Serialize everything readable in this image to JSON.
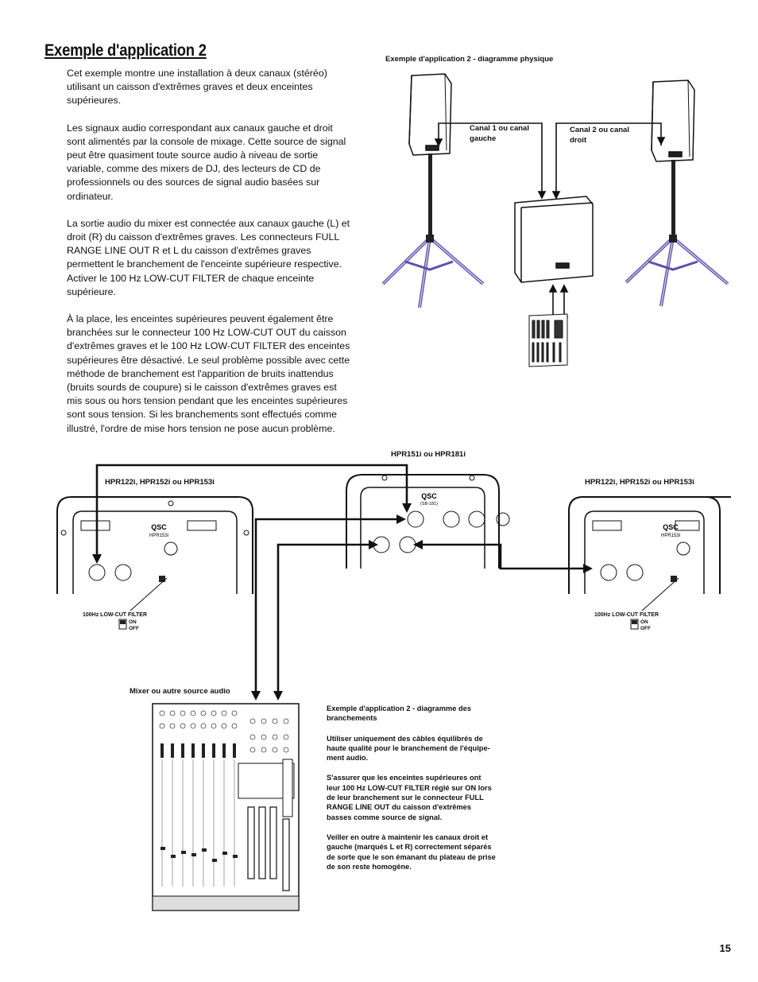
{
  "title": "Exemple d'application 2",
  "paragraphs": [
    "Cet exemple montre une installation à deux canaux (stéréo) utilisant un caisson d'extrêmes graves et deux enceintes supérieures.",
    "Les signaux audio correspondant aux canaux gauche et droit sont alimentés par la console de mixage. Cette source de signal peut être quasiment toute source audio à niveau de sortie variable, comme des mixers de DJ, des lecteurs de CD de professionnels ou des sources de signal audio basées sur ordinateur.",
    "La sortie audio du mixer est connectée aux canaux gauche (L) et droit (R) du caisson d'extrêmes graves. Les connecteurs FULL RANGE LINE OUT R et L du caisson d'extrêmes graves permettent le branchement de l'enceinte supérieure respective. Activer le 100 Hz LOW-CUT FILTER de chaque enceinte supérieure.",
    "À la place, les enceintes supérieures peuvent également être branchées sur le connecteur 100 Hz LOW-CUT OUT du caisson d'extrêmes graves et le 100 Hz LOW-CUT FILTER des enceintes supérieures être désactivé. Le seul problème possible avec cette méthode de branchement est l'apparition de bruits inattendus (bruits sourds de coupure) si le caisson d'extrêmes graves est mis sous ou hors tension pendant que les enceintes supérieures sont sous tension. Si les branchements sont effectués comme illustré, l'ordre de mise hors tension ne pose aucun problème."
  ],
  "physical_diagram": {
    "caption": "Exemple d'application 2 - diagramme physique",
    "left_label": "Canal 1 ou canal gauche",
    "right_label": "Canal 2 ou canal droit"
  },
  "wiring_diagram": {
    "sub_label": "HPR151i ou HPR181i",
    "left_top_label": "HPR122i, HPR152i ou HPR153i",
    "right_top_label": "HPR122i, HPR152i ou HPR153i",
    "mixer_label": "Mixer ou autre source audio",
    "filter_label": "100Hz LOW-CUT FILTER",
    "on_label": "ON",
    "off_label": "OFF",
    "panel_model_top": "HPR153i",
    "panel_model_sub": "(SB-181)",
    "brand": "QSC"
  },
  "notes": {
    "heading": "Exemple d'application 2 - diagramme des branchements",
    "items": [
      "Utiliser uniquement des câbles équilibrés de haute qualité pour le branchement de l'équipe-ment audio.",
      "S'assurer que les enceintes supérieures ont leur 100 Hz LOW-CUT FILTER réglé sur ON lors de leur branchement sur le connecteur FULL RANGE LINE OUT du caisson d'extrêmes basses comme source de signal.",
      "Veiller en outre à maintenir les canaux droit et gauche (marqués L et R) correctement séparés de sorte que le son émanant du plateau de prise de son reste homogène."
    ]
  },
  "page_number": "15",
  "colors": {
    "stand": "#5a4fb0",
    "stand_light": "#c8c2f0",
    "text": "#111111"
  }
}
